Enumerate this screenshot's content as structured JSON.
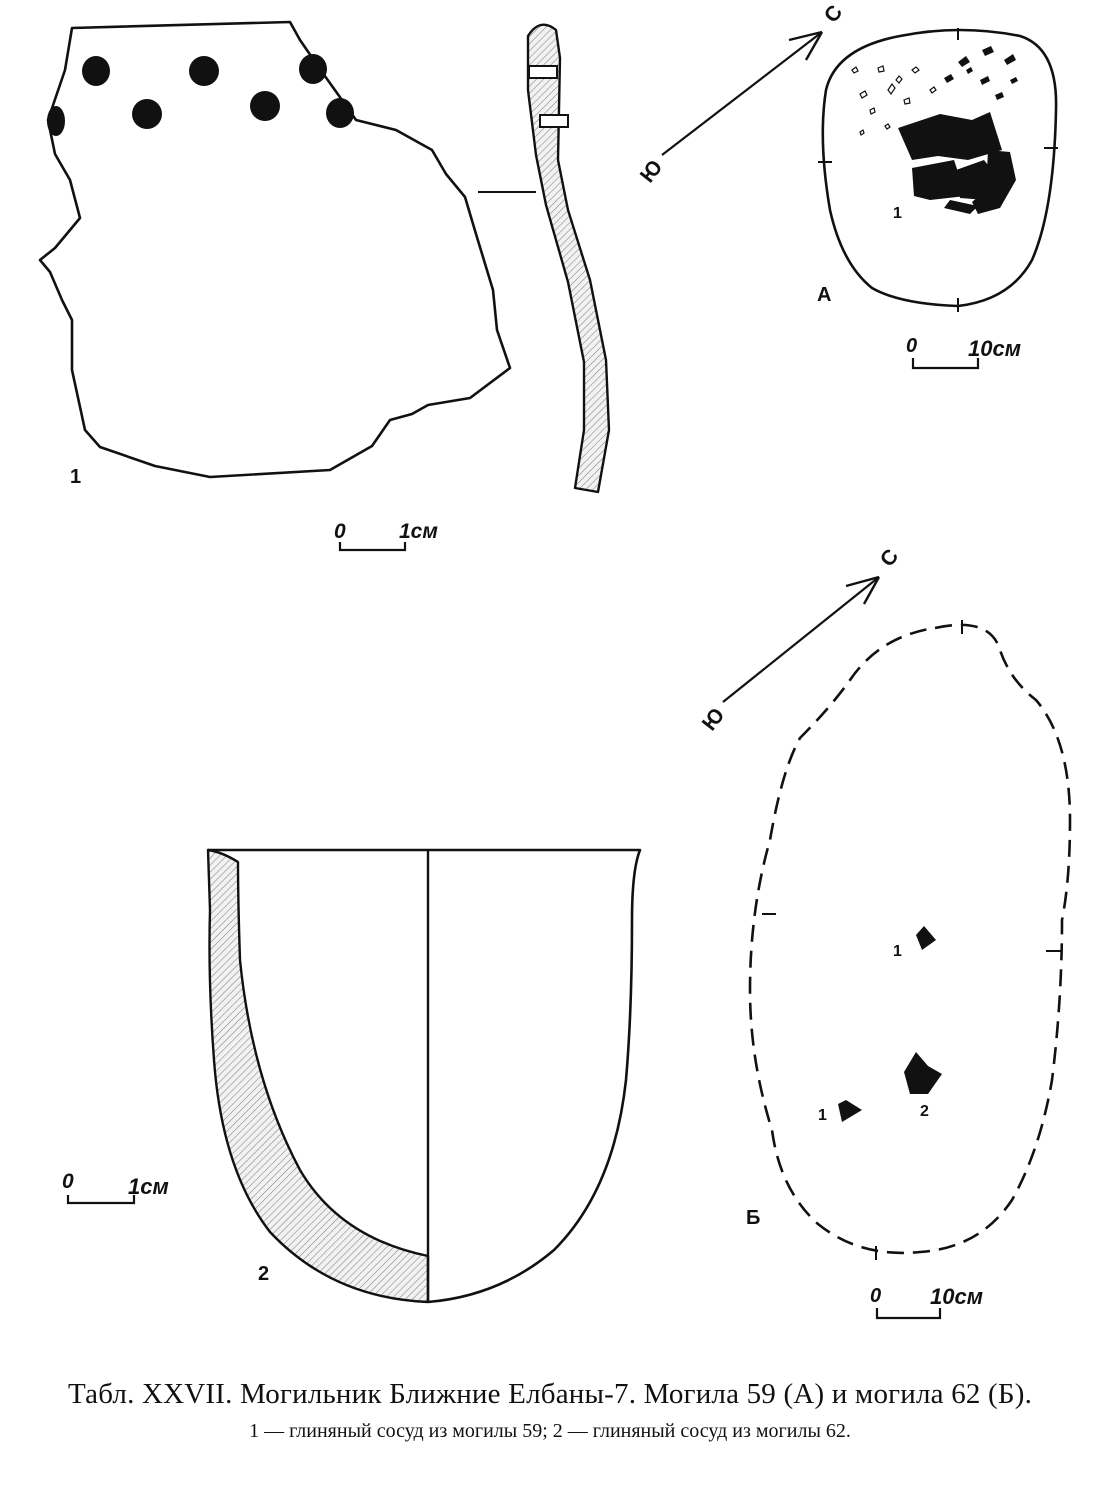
{
  "figure": {
    "find_1": {
      "label": "1"
    },
    "find_2": {
      "label": "2"
    },
    "scale_find_1": {
      "zero": "0",
      "unit": "1см"
    },
    "scale_find_2": {
      "zero": "0",
      "unit": "1см"
    },
    "grave_a": {
      "letter": "А",
      "find_label": "1",
      "north": "С",
      "south": "Ю",
      "scale": {
        "zero": "0",
        "unit": "10см"
      }
    },
    "grave_b": {
      "letter": "Б",
      "find_labels": [
        "1",
        "1",
        "2"
      ],
      "north": "С",
      "south": "Ю",
      "scale": {
        "zero": "0",
        "unit": "10см"
      }
    }
  },
  "caption": {
    "line1": "Табл. XXVII. Могильник Ближние Елбаны-7. Могила 59 (А) и могила 62 (Б).",
    "line2": "1 — глиняный сосуд из могилы 59; 2 — глиняный сосуд из могилы 62."
  }
}
